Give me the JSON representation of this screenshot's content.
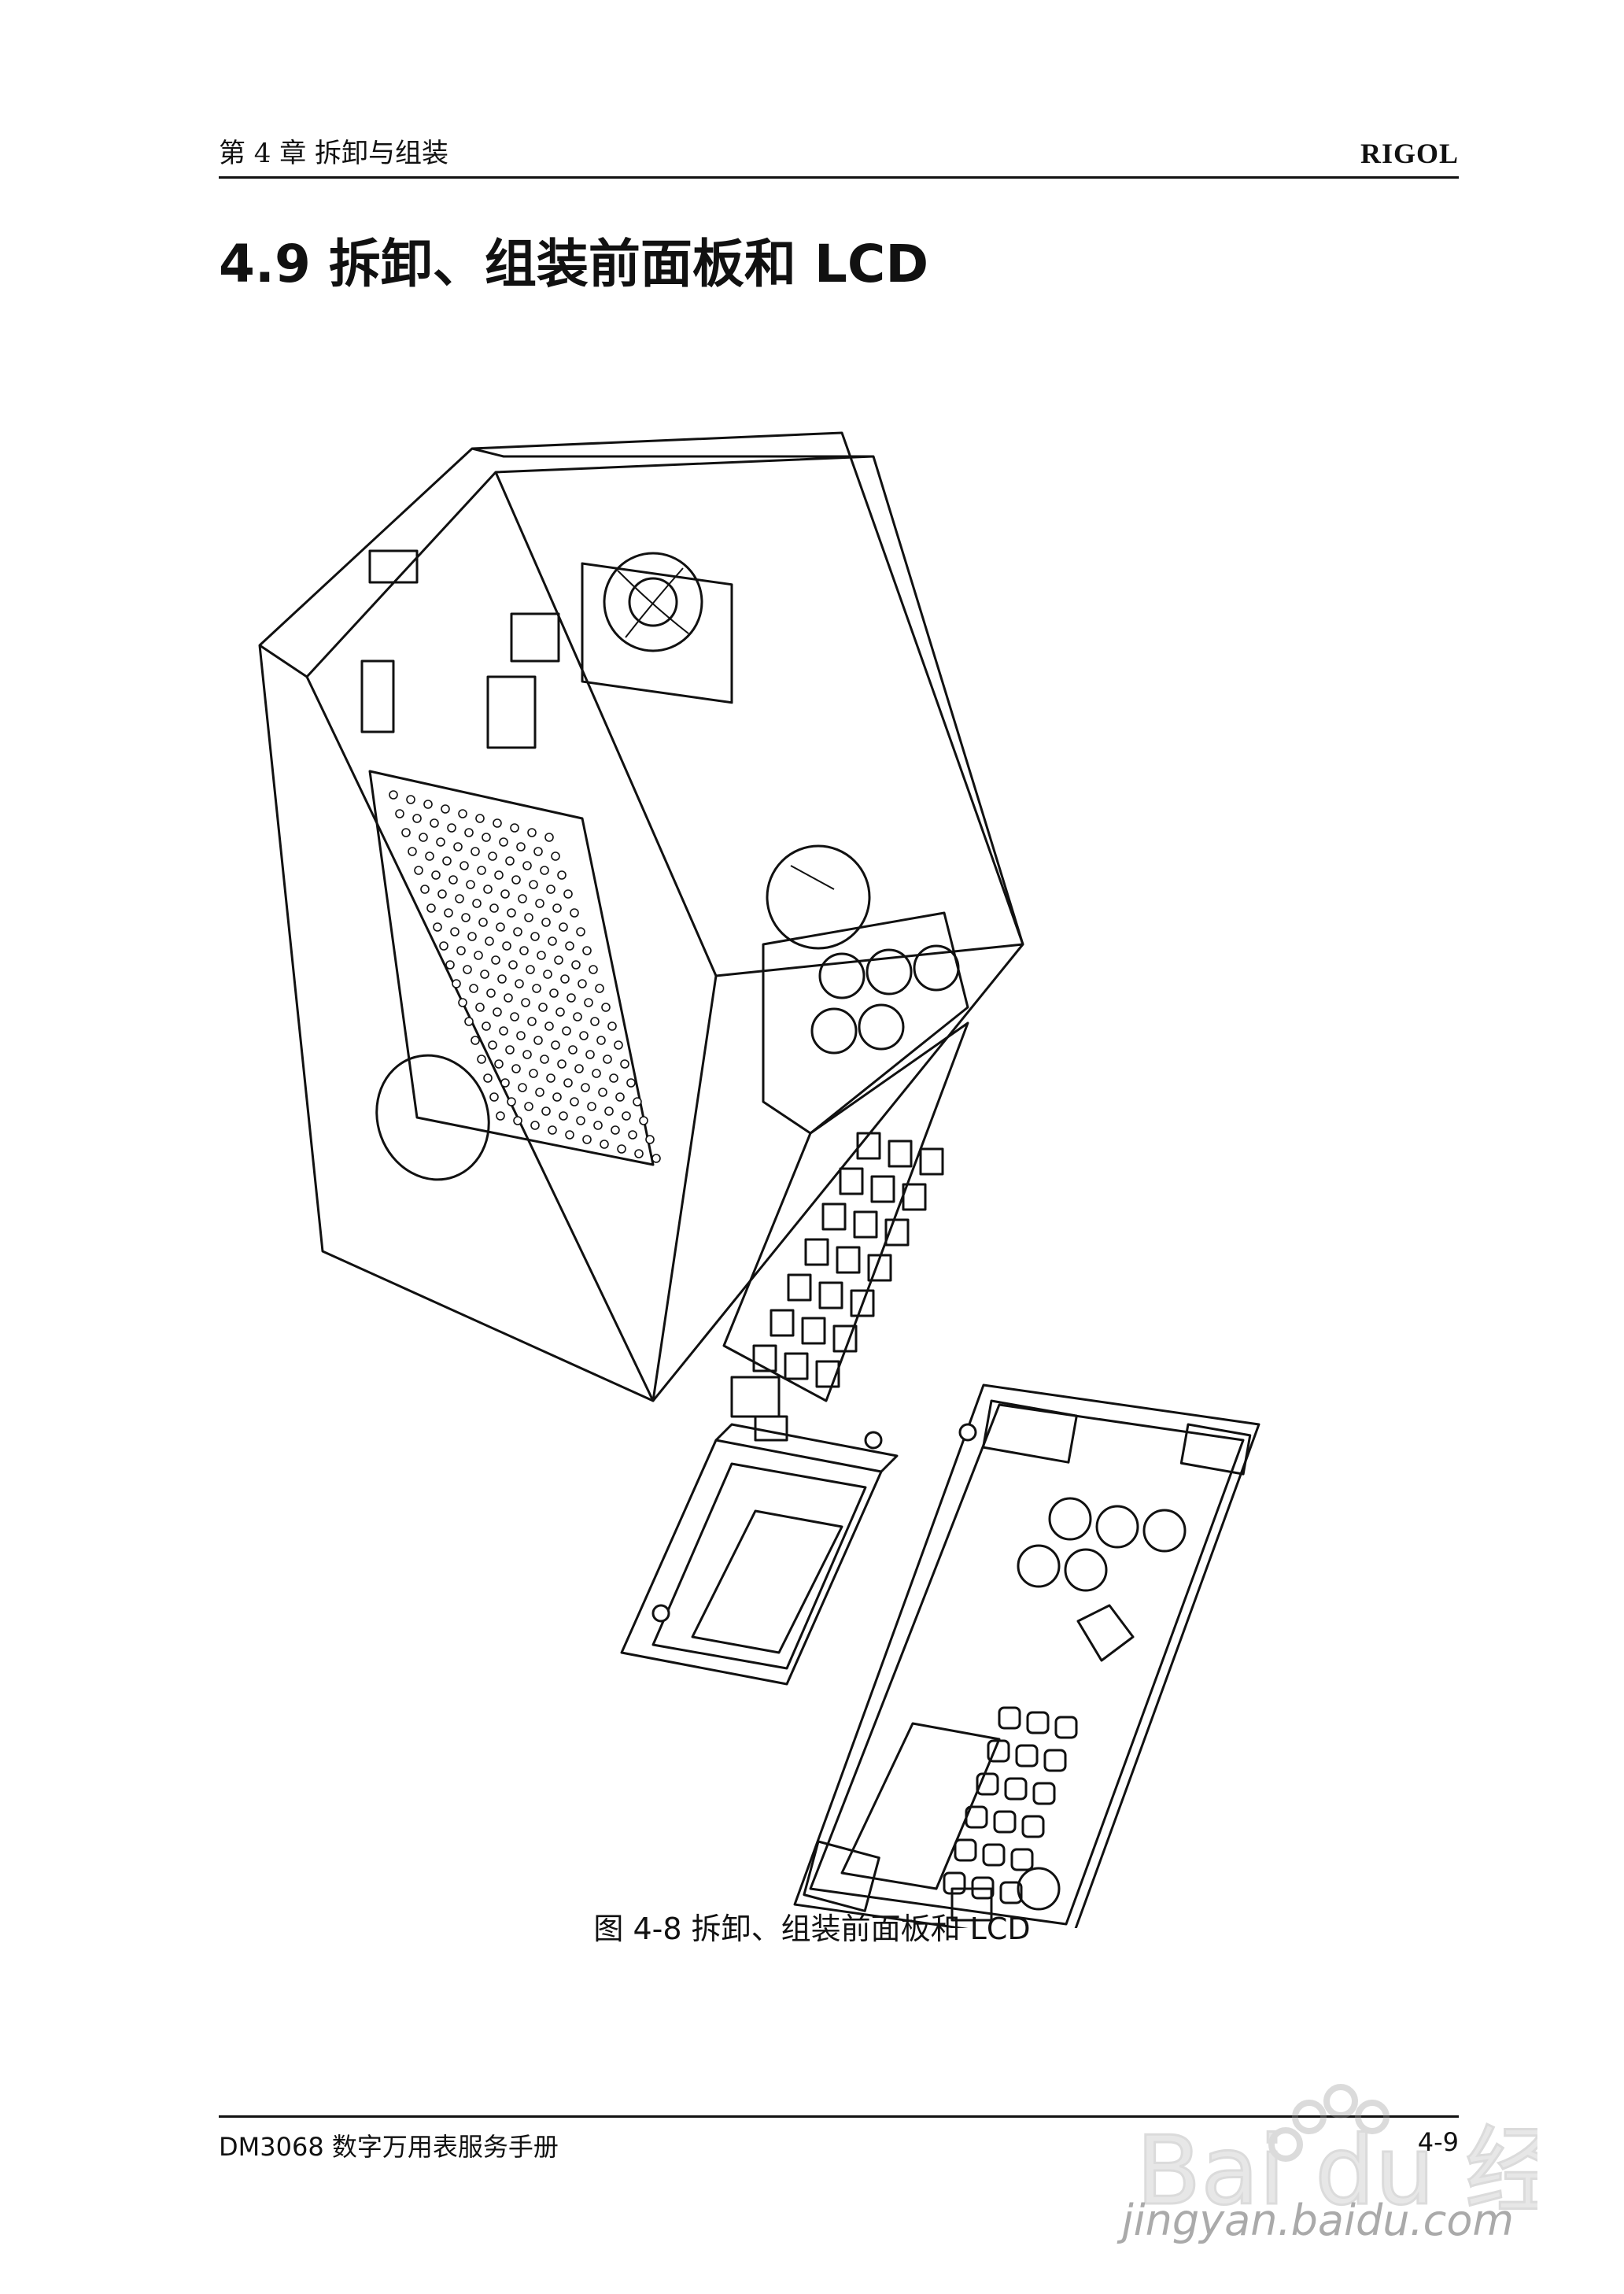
{
  "header": {
    "chapter": "第 4 章  拆卸与组装",
    "brand": "RIGOL"
  },
  "section": {
    "title": "4.9  拆卸、组装前面板和 LCD"
  },
  "figure": {
    "caption": "图  4-8  拆卸、组装前面板和 LCD"
  },
  "footer": {
    "manual": "DM3068 数字万用表服务手册",
    "page": "4-9"
  },
  "watermark": {
    "url_text": "jingyan.baidu.com",
    "logo_text": "Bai du 经验"
  }
}
